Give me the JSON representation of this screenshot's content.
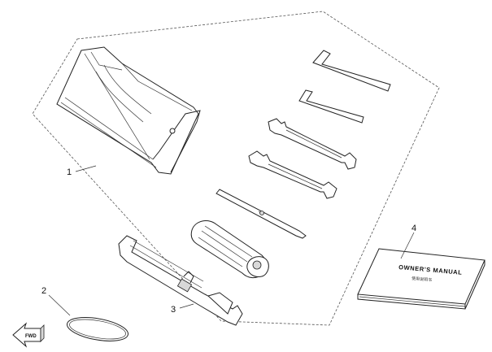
{
  "callouts": {
    "c1": "1",
    "c2": "2",
    "c3": "3",
    "c4": "4"
  },
  "manual": {
    "title": "OWNER'S MANUAL",
    "subtitle": "使用说明书"
  },
  "forward_marker": {
    "text": "FWD"
  }
}
